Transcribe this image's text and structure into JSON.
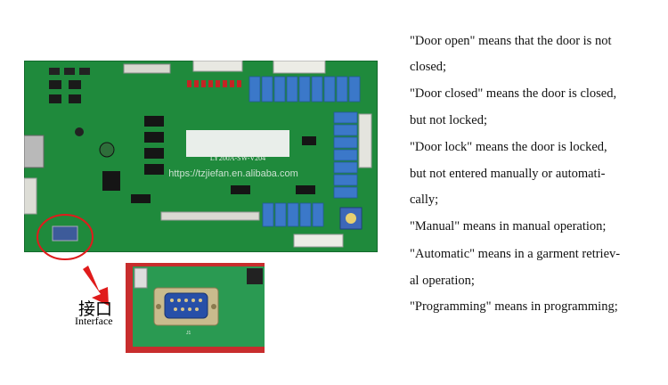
{
  "board": {
    "silkscreen_label": "LY200A-SW-V204",
    "website": "https://tzjiefan.en.alibaba.com",
    "zoom_connector_label": "J1"
  },
  "callout": {
    "chinese_label": "接口",
    "english_label": "Interface"
  },
  "description_lines": [
    "\"Door open\" means that the door is not",
    "closed;",
    "\"Door closed\" means the door is closed,",
    "but not locked;",
    "\"Door lock\" means the door is locked,",
    "but not entered manually or automati-",
    "cally;",
    "\"Manual\" means in manual operation;",
    "\"Automatic\" means in a garment retriev-",
    "al operation;",
    "\"Programming\" means in programming;"
  ],
  "colors": {
    "pcb_green": "#1f8a3c",
    "relay_blue": "#3b78c9",
    "callout_red": "#e01b1b"
  }
}
